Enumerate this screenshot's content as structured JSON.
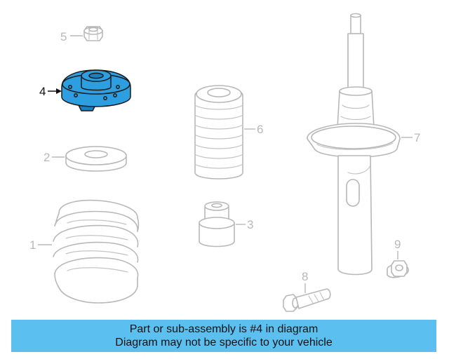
{
  "diagram": {
    "parts": [
      {
        "number": "1",
        "name": "coil-spring"
      },
      {
        "number": "2",
        "name": "spring-seat"
      },
      {
        "number": "3",
        "name": "bump-stop"
      },
      {
        "number": "4",
        "name": "strut-mount",
        "highlighted": true
      },
      {
        "number": "5",
        "name": "nut"
      },
      {
        "number": "6",
        "name": "dust-boot"
      },
      {
        "number": "7",
        "name": "strut-assembly"
      },
      {
        "number": "8",
        "name": "bolt"
      },
      {
        "number": "9",
        "name": "flange-nut"
      }
    ],
    "colors": {
      "highlight": "#2d9ee0",
      "line": "#b8b8b8",
      "banner": "#5bc0f0"
    }
  },
  "banner": {
    "line1": "Part or sub-assembly is #4 in diagram",
    "line2": "Diagram may not be specific to your vehicle"
  }
}
